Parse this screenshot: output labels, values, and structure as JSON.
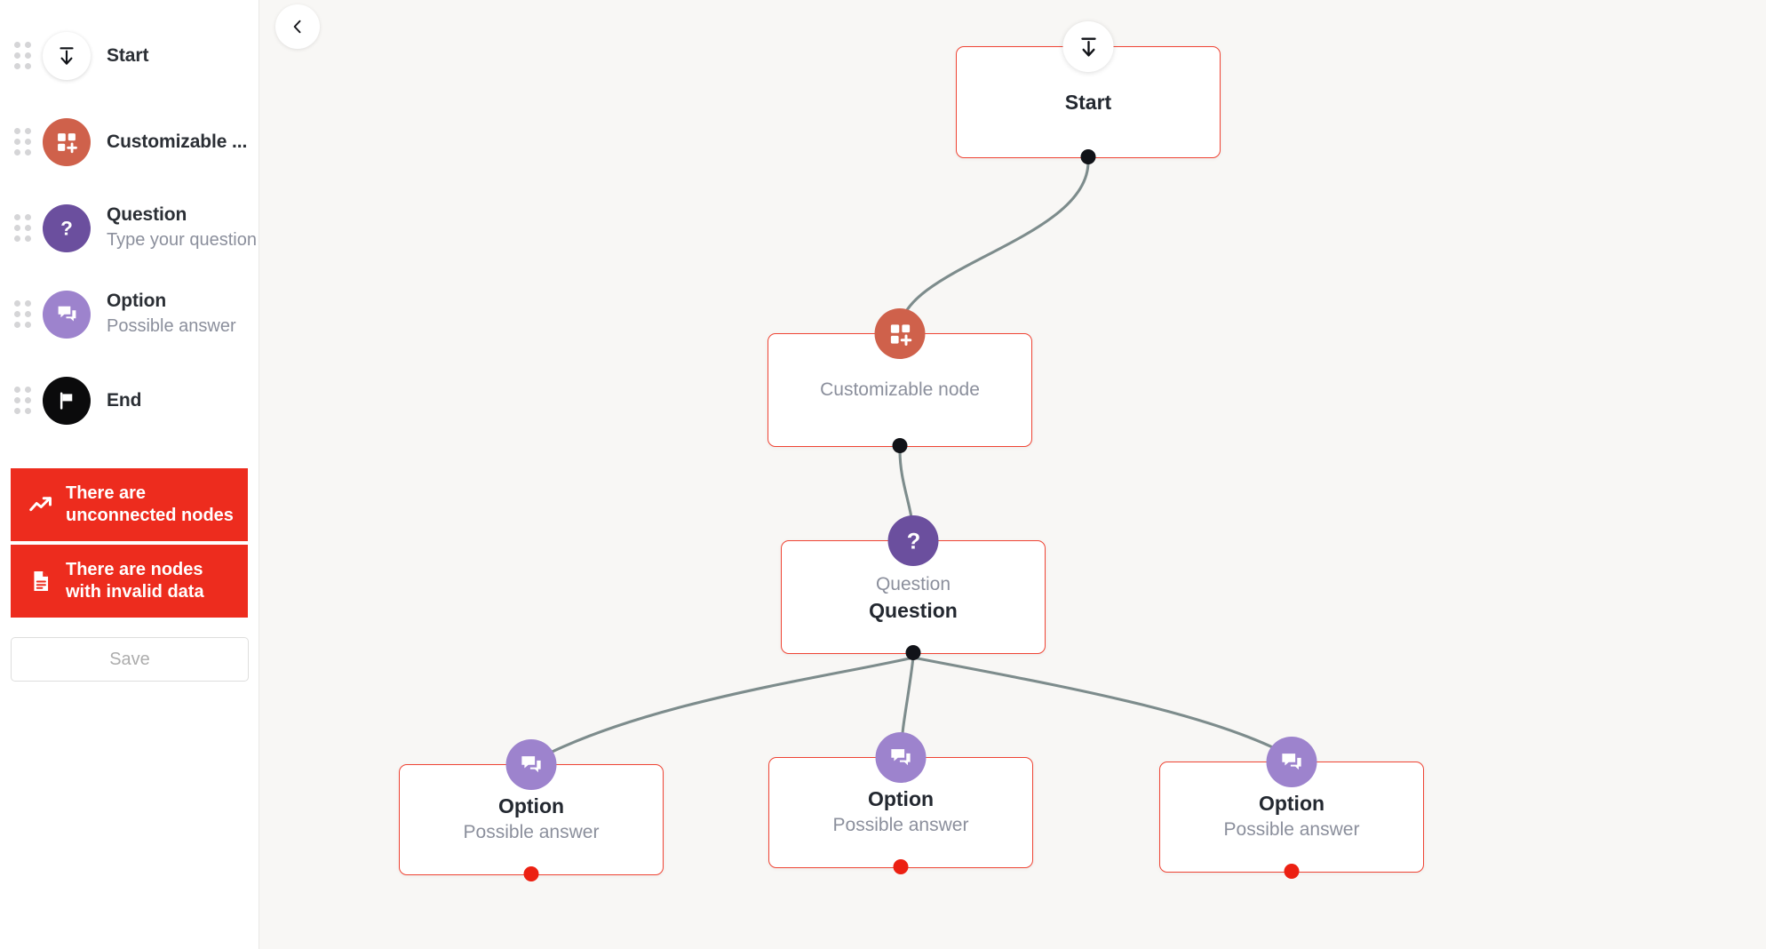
{
  "sidebar": {
    "palette": [
      {
        "title": "Start",
        "subtitle": "",
        "icon": "arrow-down-to-line-icon",
        "color": "#ffffff"
      },
      {
        "title": "Customizable ...",
        "subtitle": "",
        "icon": "grid-plus-icon",
        "color": "#cf614b"
      },
      {
        "title": "Question",
        "subtitle": "Type your question",
        "icon": "question-mark-icon",
        "color": "#6b4f9e"
      },
      {
        "title": "Option",
        "subtitle": "Possible answer",
        "icon": "chat-bubble-icon",
        "color": "#9d83cd"
      },
      {
        "title": "End",
        "subtitle": "",
        "icon": "flag-icon",
        "color": "#0b0b0c"
      }
    ],
    "warnings": [
      {
        "text": "There are unconnected nodes",
        "icon": "trending-up-icon",
        "color": "#ed2c1e"
      },
      {
        "text": "There are nodes with invalid data",
        "icon": "document-icon",
        "color": "#ed2c1e"
      }
    ],
    "save_label": "Save"
  },
  "canvas": {
    "back_label": "chevron-left-icon",
    "background": "#f8f7f5",
    "node_border_color": "#ef4434",
    "edge_color": "#7d8c8c",
    "nodes": [
      {
        "id": "start",
        "title": "Start",
        "subtitle": "",
        "icon": "arrow-down-to-line-icon",
        "badge_color": "#ffffff",
        "port_color": "#111318"
      },
      {
        "id": "custom",
        "title": "",
        "subtitle": "Customizable node",
        "icon": "grid-plus-icon",
        "badge_color": "#cf614b",
        "port_color": "#111318"
      },
      {
        "id": "question",
        "title": "Question",
        "subtitle": "Question",
        "icon": "question-mark-icon",
        "badge_color": "#6b4f9e",
        "port_color": "#111318"
      },
      {
        "id": "option1",
        "title": "Option",
        "subtitle": "Possible answer",
        "icon": "chat-bubble-icon",
        "badge_color": "#9d83cd",
        "port_color": "#ec2012"
      },
      {
        "id": "option2",
        "title": "Option",
        "subtitle": "Possible answer",
        "icon": "chat-bubble-icon",
        "badge_color": "#9d83cd",
        "port_color": "#ec2012"
      },
      {
        "id": "option3",
        "title": "Option",
        "subtitle": "Possible answer",
        "icon": "chat-bubble-icon",
        "badge_color": "#9d83cd",
        "port_color": "#ec2012"
      }
    ],
    "edges": [
      {
        "from": "start",
        "to": "custom"
      },
      {
        "from": "custom",
        "to": "question"
      },
      {
        "from": "question",
        "to": "option1"
      },
      {
        "from": "question",
        "to": "option2"
      },
      {
        "from": "question",
        "to": "option3"
      }
    ]
  }
}
